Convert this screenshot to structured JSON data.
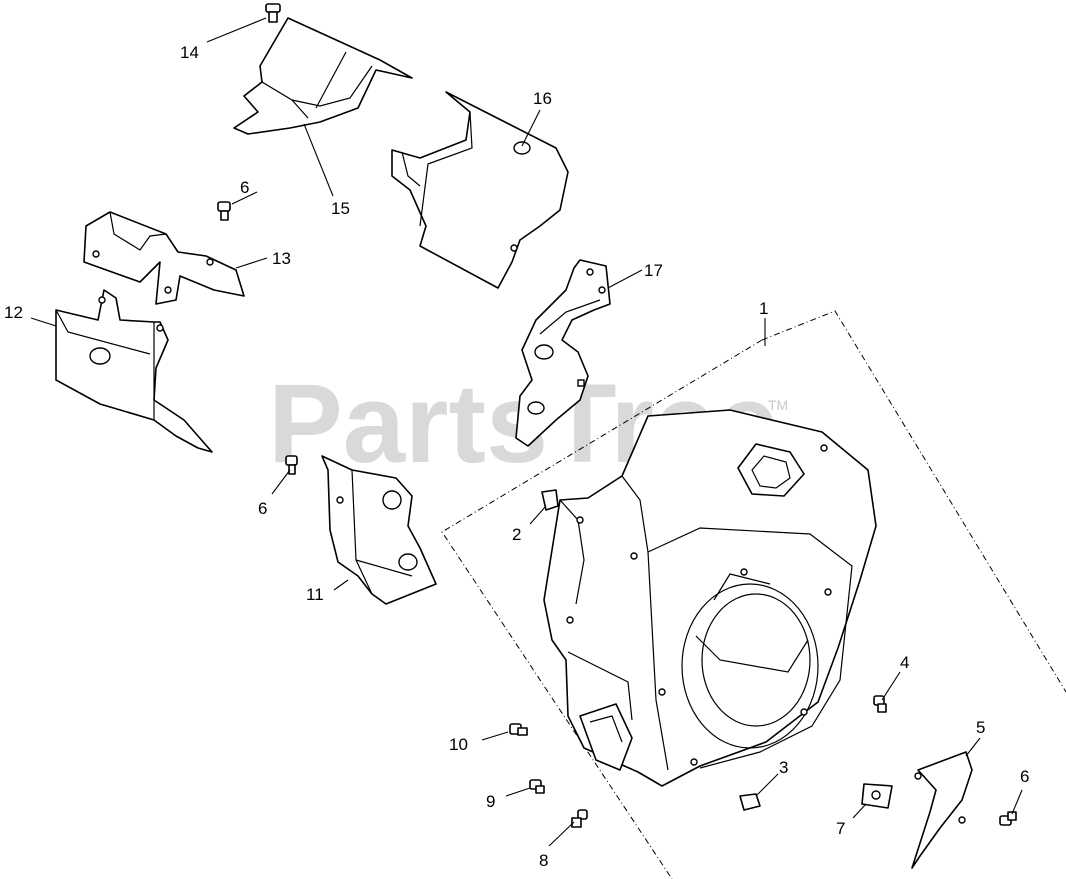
{
  "watermark": {
    "brand": "PartsTree",
    "trademark": "TM"
  },
  "callouts": {
    "c1": "1",
    "c2": "2",
    "c3": "3",
    "c4": "4",
    "c5": "5",
    "c6a": "6",
    "c6b": "6",
    "c6c": "6",
    "c7": "7",
    "c8": "8",
    "c9": "9",
    "c10": "10",
    "c11": "11",
    "c12": "12",
    "c13": "13",
    "c14": "14",
    "c15": "15",
    "c16": "16",
    "c17": "17"
  }
}
